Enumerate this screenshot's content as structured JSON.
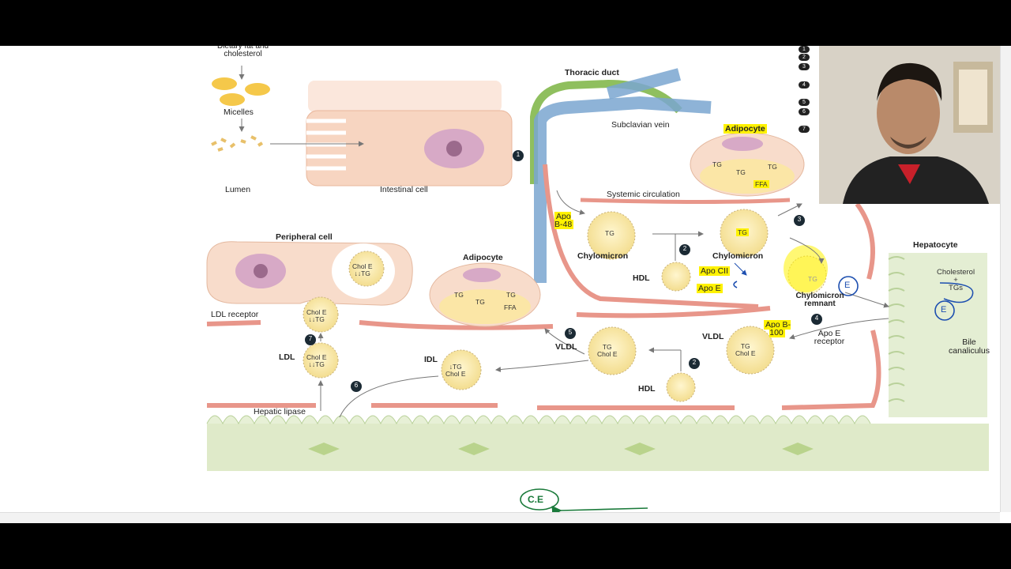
{
  "diagram": {
    "lumen_labels": {
      "dietary_fat": "Dietary fat and cholesterol",
      "micelles": "Micelles",
      "lumen": "Lumen",
      "intestinal_cell": "Intestinal cell"
    },
    "vessel_labels": {
      "thoracic_duct": "Thoracic duct",
      "subclavian_vein": "Subclavian vein",
      "systemic_circulation": "Systemic circulation"
    },
    "cells": {
      "adipocyte_top": "Adipocyte",
      "adipocyte_mid": "Adipocyte",
      "peripheral_cell": "Peripheral cell",
      "hepatocyte": "Hepatocyte",
      "bile_canaliculus": "Bile canaliculus"
    },
    "particles": {
      "chylomicron_left": "Chylomicron",
      "chylomicron_right": "Chylomicron",
      "chylomicron_remnant": "Chylomicron remnant",
      "vldl_left": "VLDL",
      "vldl_right": "VLDL",
      "idl": "IDL",
      "ldl": "LDL",
      "hdl_top": "HDL",
      "hdl_bottom": "HDL"
    },
    "contents": {
      "tg": "TG",
      "ffa": "FFA",
      "tg_chol_e": "TG\nChol E",
      "idl_contents": "↓TG\nChol E",
      "ldl_contents": "Chol E\n↓↓TG",
      "cholesterol_tgs": "Cholesterol\n+\nTGs"
    },
    "apos": {
      "apo_b48": "Apo B-48",
      "apo_cii": "Apo CII",
      "apo_e": "Apo E",
      "apo_b100": "Apo B-100",
      "apo_e_receptor": "Apo E receptor"
    },
    "other_labels": {
      "ldl_receptor": "LDL receptor",
      "hepatic_lipase": "Hepatic lipase"
    },
    "steps": [
      "1",
      "2",
      "3",
      "4",
      "5",
      "6",
      "7"
    ],
    "annotations": {
      "handwritten_e": "E",
      "handwritten_ce": "C.E"
    }
  },
  "side_nav": [
    "1",
    "2",
    "3",
    "4",
    "5",
    "6",
    "7"
  ],
  "colors": {
    "highlight": "#fff200",
    "vessel": "#e8968a",
    "tissue": "#d9e8c0",
    "lymph": "#8fbf5e",
    "vein": "#6f9fc8",
    "pen_blue": "#1d4fb0",
    "pen_green": "#1a7a3a"
  }
}
